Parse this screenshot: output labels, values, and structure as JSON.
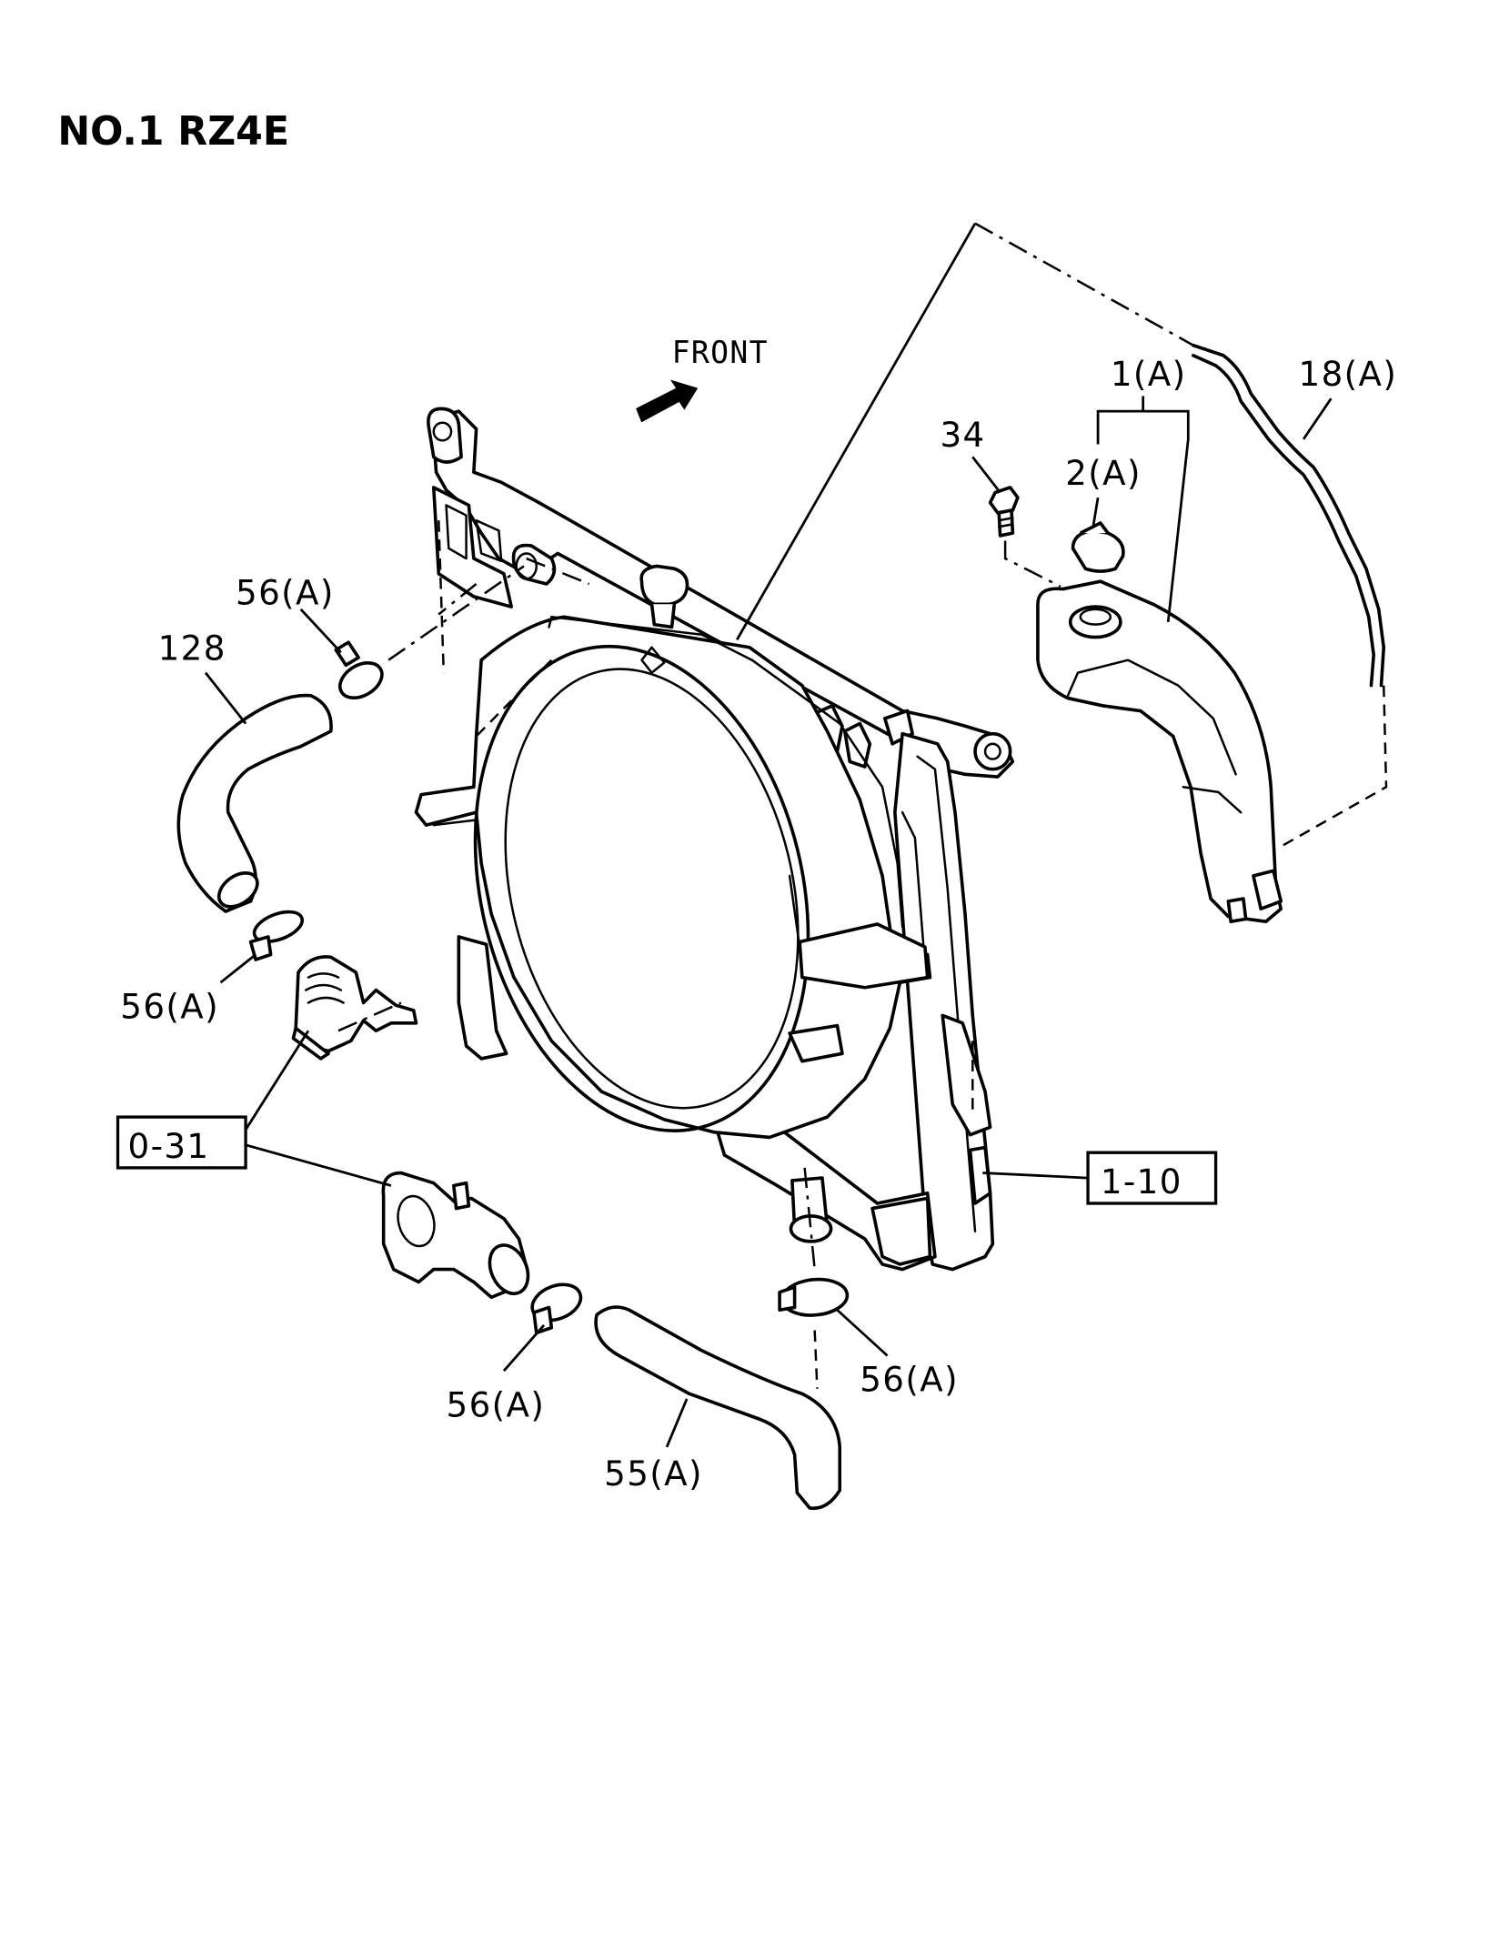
{
  "title": "NO.1 RZ4E",
  "direction_label": "FRONT",
  "callouts": {
    "c_1A": "1(A)",
    "c_18A": "18(A)",
    "c_34": "34",
    "c_2A": "2(A)",
    "c_56A_top": "56(A)",
    "c_128": "128",
    "c_56A_left": "56(A)",
    "c_56A_mid": "56(A)",
    "c_56A_right": "56(A)",
    "c_55A": "55(A)"
  },
  "references": {
    "ref_0_31": "0-31",
    "ref_1_10": "1-10"
  }
}
